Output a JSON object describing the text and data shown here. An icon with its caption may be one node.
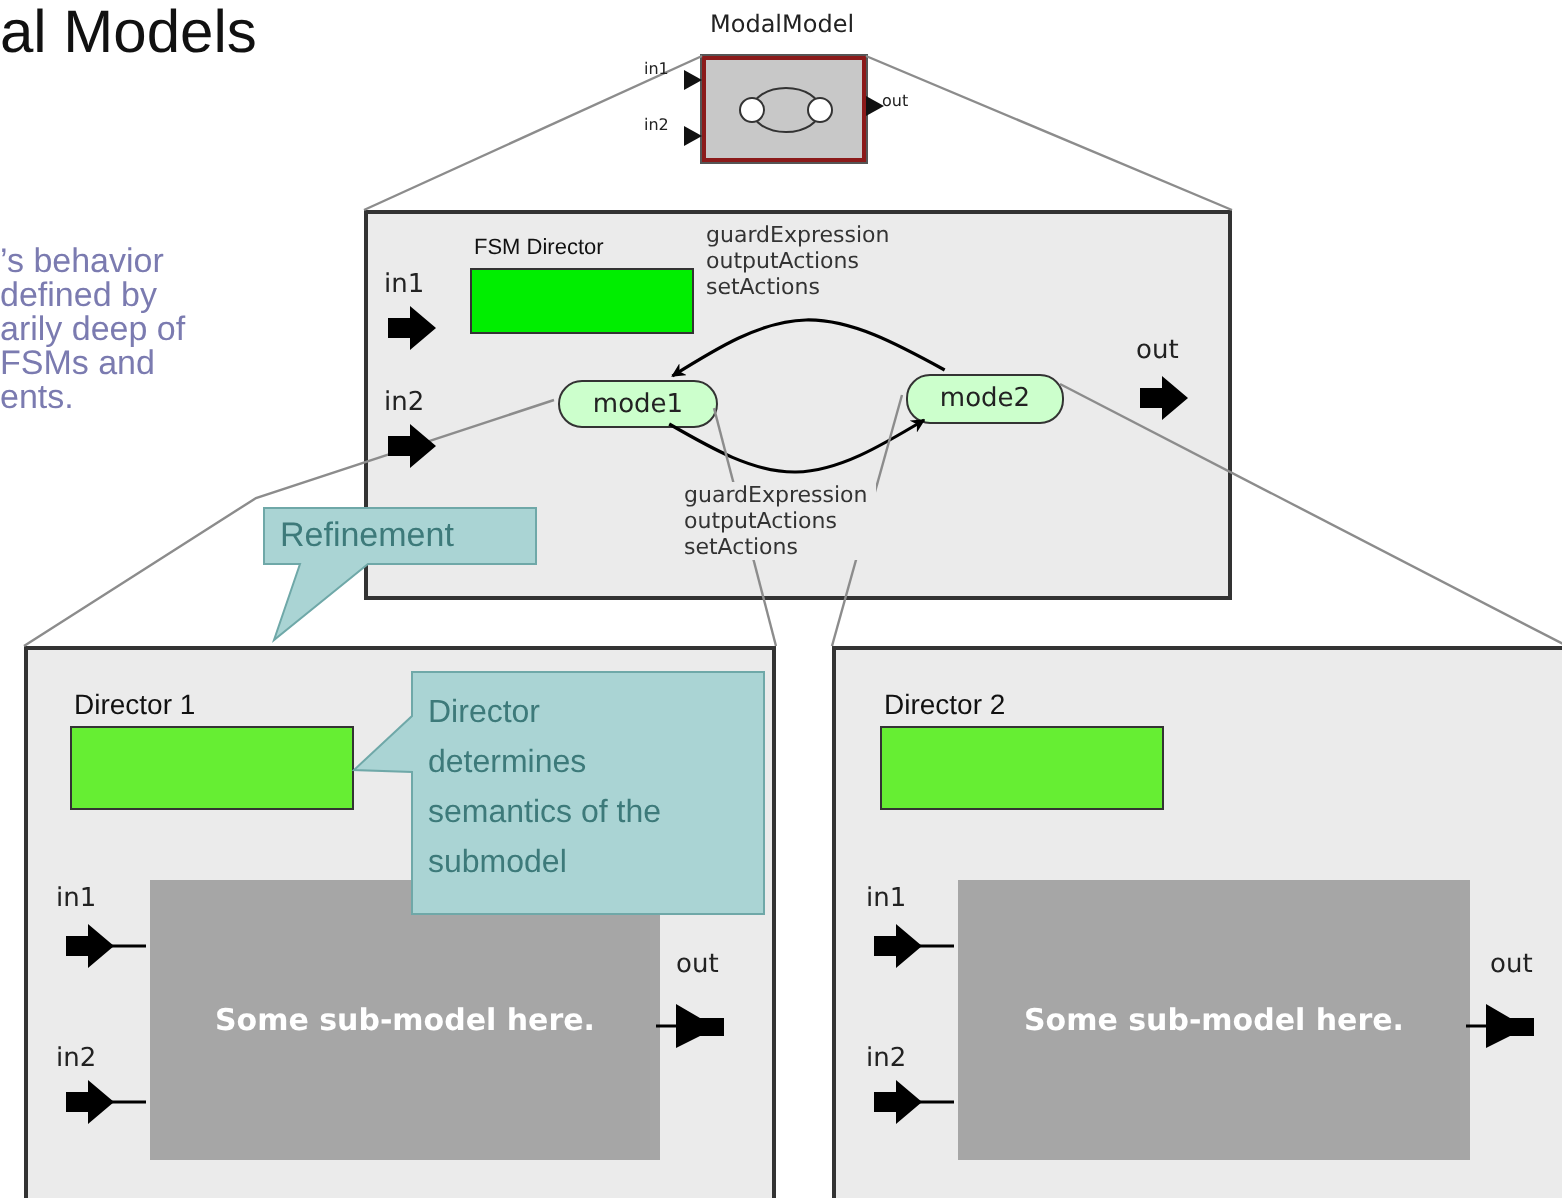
{
  "diagram": {
    "title": "al Models",
    "nodes": [
      {
        "text": [
          "ModalModel"
        ]
      },
      {
        "text": [],
        "shape": "box"
      },
      {
        "text": [
          "FSM Director"
        ],
        "in": 1
      },
      {
        "text": [
          "mode1"
        ],
        "in": 1
      },
      {
        "text": [
          "mode2"
        ],
        "in": 1
      },
      {
        "text": [
          "Refinement"
        ]
      },
      {
        "text": [],
        "shape": "box"
      },
      {
        "text": [
          "Director 1"
        ],
        "in": 6
      },
      {
        "text": [
          "Director determines semantics of the submodel"
        ],
        "in": 6
      },
      {
        "text": [
          "Some sub-model here."
        ],
        "in": 6
      },
      {
        "text": [],
        "shape": "box"
      },
      {
        "text": [
          "Director 2"
        ],
        "in": 10
      },
      {
        "text": [
          "Some sub-model here."
        ],
        "in": 10
      }
    ],
    "edges": [
      {
        "from": 0,
        "to": 1,
        "arrow": "none"
      },
      {
        "from": 0,
        "to": 1,
        "arrow": "none"
      },
      {
        "from": 4,
        "to": 3,
        "arrow": "to",
        "label": "guardExpression outputActions setActions",
        "color": "#000000"
      },
      {
        "from": 3,
        "to": 4,
        "arrow": "to",
        "label": "guardExpression outputActions setActions",
        "color": "#000000"
      },
      {
        "from": 3,
        "to": 6,
        "arrow": "none"
      },
      {
        "from": 3,
        "to": 6,
        "arrow": "none"
      },
      {
        "from": 4,
        "to": 10,
        "arrow": "none"
      },
      {
        "from": 4,
        "to": 10,
        "arrow": "none"
      }
    ],
    "labels": [
      "’s behavior defined by arily deep of FSMs and ents.",
      "in1",
      "in2",
      "out",
      "in1",
      "in2",
      "out",
      "in1",
      "in2",
      "out",
      "in1",
      "in2",
      "out"
    ]
  }
}
